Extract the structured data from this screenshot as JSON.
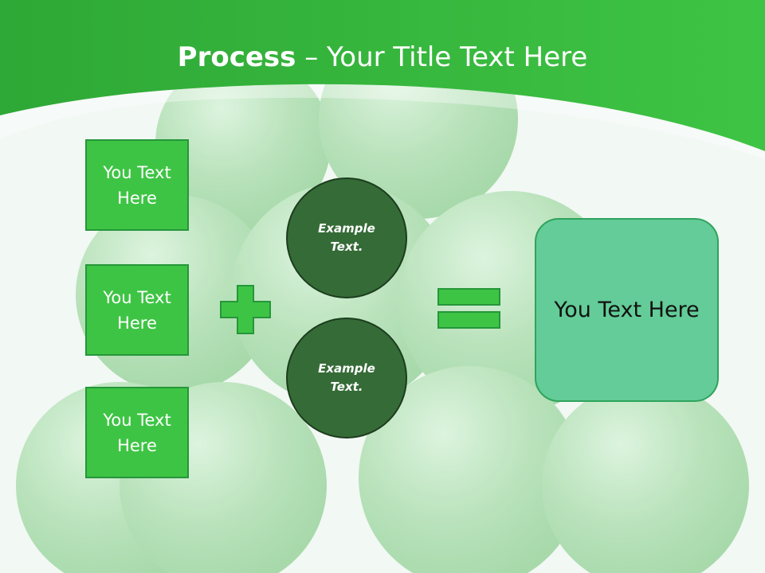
{
  "slide": {
    "title_bold": "Process",
    "title_dash": " – ",
    "title_rest": "Your Title Text Here"
  },
  "inputs": [
    {
      "label": "You Text Here"
    },
    {
      "label": "You Text Here"
    },
    {
      "label": "You Text Here"
    }
  ],
  "circles": [
    {
      "label": "Example Text."
    },
    {
      "label": "Example Text."
    }
  ],
  "result": {
    "label": "You Text Here"
  },
  "icons": {
    "plus": "plus-icon",
    "equals": "equals-icon"
  },
  "colors": {
    "header_green": "#3ec444",
    "box_green": "#3ec444",
    "circle_green": "#356b37",
    "result_green": "#63cc98"
  }
}
